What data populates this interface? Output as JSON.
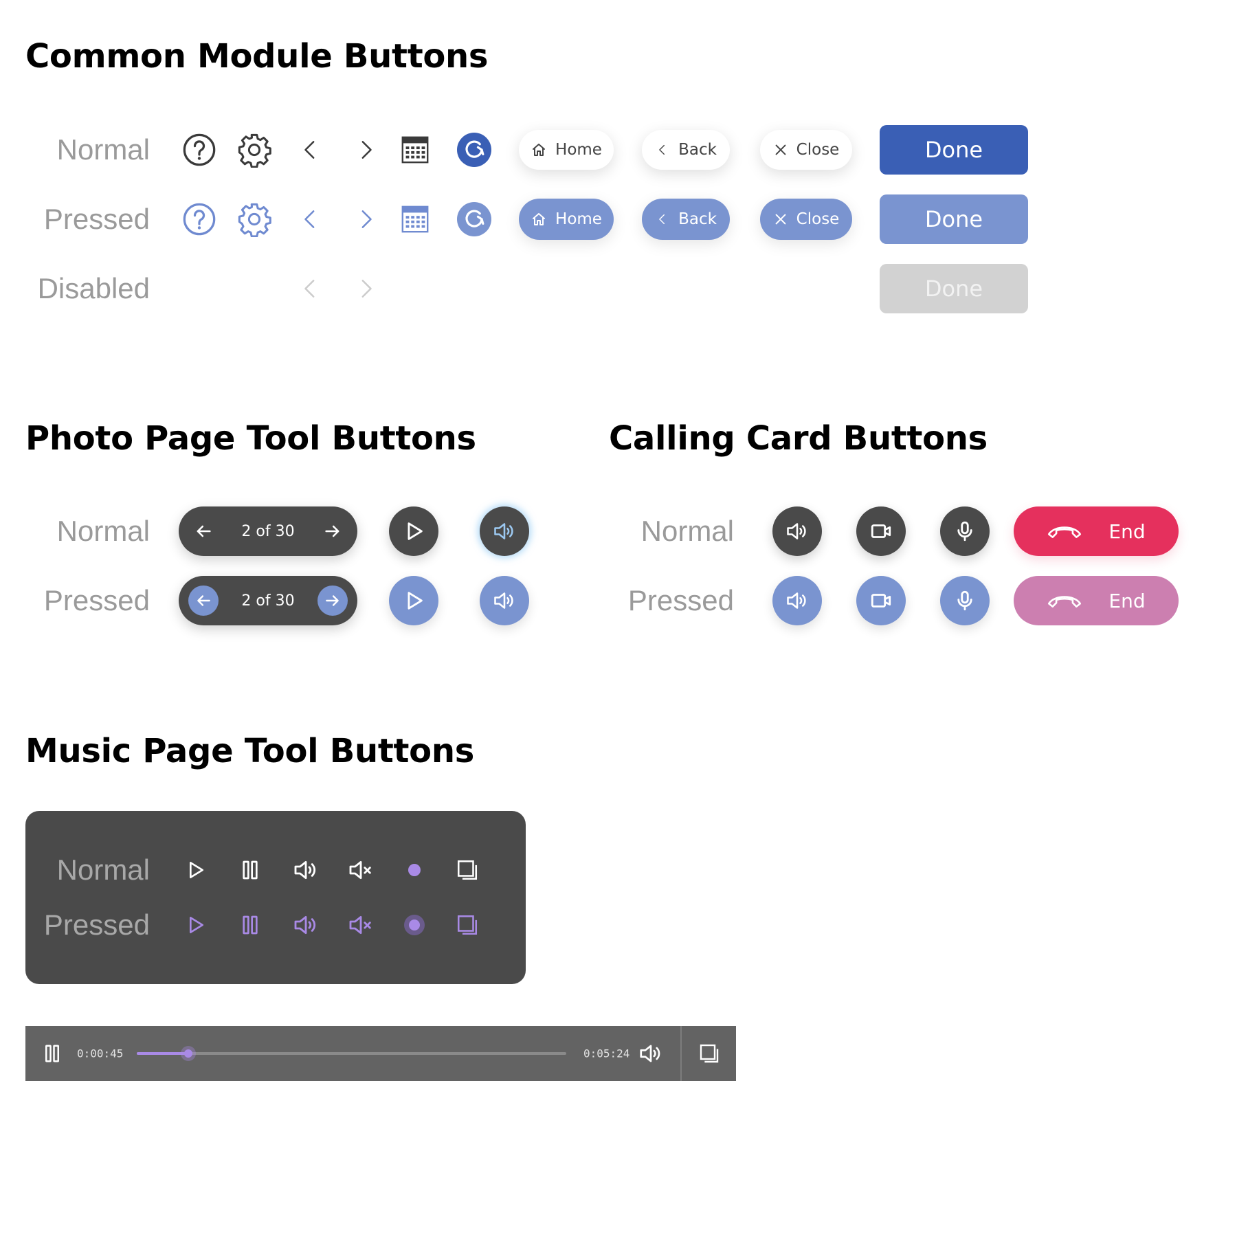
{
  "sections": {
    "common": {
      "title": "Common Module Buttons"
    },
    "photo": {
      "title": "Photo Page Tool Buttons"
    },
    "calling": {
      "title": "Calling Card Buttons"
    },
    "music": {
      "title": "Music Page Tool Buttons"
    }
  },
  "states": {
    "normal": "Normal",
    "pressed": "Pressed",
    "disabled": "Disabled"
  },
  "common": {
    "icons": [
      "help-icon",
      "gear-icon",
      "chevron-left-icon",
      "chevron-right-icon",
      "calendar-icon",
      "refresh-icon"
    ],
    "home_label": "Home",
    "back_label": "Back",
    "close_label": "Close",
    "done_label": "Done"
  },
  "photo": {
    "pager_text": "2 of 30",
    "icons": [
      "arrow-left-icon",
      "arrow-right-icon",
      "play-icon",
      "volume-icon"
    ]
  },
  "calling": {
    "end_label": "End",
    "icons": [
      "volume-icon",
      "video-icon",
      "mic-icon",
      "hang-up-icon"
    ]
  },
  "music": {
    "icons": [
      "play-icon",
      "pause-icon",
      "volume-icon",
      "mute-icon",
      "record-icon",
      "fullscreen-icon"
    ],
    "player": {
      "current_time": "0:00:45",
      "total_time": "0:05:24",
      "progress": 0.12
    }
  },
  "colors": {
    "primary": "#3a5fb5",
    "pressed": "#7a94d0",
    "disabled": "#cfcfcf",
    "dark": "#4a4a4a",
    "end_red": "#e5305d",
    "end_pressed": "#cc7fb0",
    "music_accent": "#a98ae6"
  }
}
